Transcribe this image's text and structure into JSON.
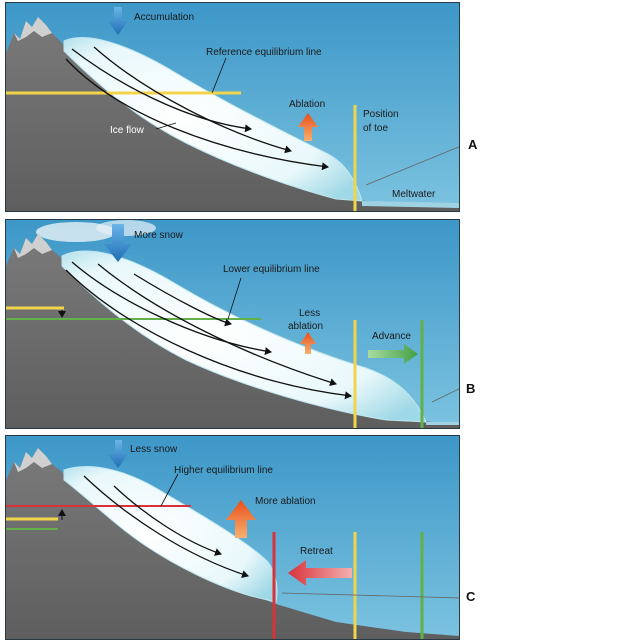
{
  "panel1": {
    "accumulation": "Accumulation",
    "reference_line": "Reference equilibrium line",
    "ablation": "Ablation",
    "position_line1": "Position",
    "position_line2": "of toe",
    "ice_flow": "Ice flow",
    "meltwater": "Meltwater"
  },
  "panel2": {
    "more_snow": "More snow",
    "lower_line": "Lower equilibrium line",
    "less_ablation_line1": "Less",
    "less_ablation_line2": "ablation",
    "advance": "Advance"
  },
  "panel3": {
    "less_snow": "Less snow",
    "higher_line": "Higher equilibrium line",
    "more_ablation": "More ablation",
    "retreat": "Retreat"
  },
  "callouts": {
    "a": "A",
    "b": "B",
    "c": "C"
  },
  "colors": {
    "sky": "#4aa3cf",
    "rock": "#6e6e6e",
    "ice": "#e6f6f9",
    "reference_line": "#f2d44a",
    "lower_line": "#62b04a",
    "higher_line": "#d8323a",
    "accumulation_arrow": "#2f7fc4",
    "ablation_arrow": "#e8631f"
  }
}
